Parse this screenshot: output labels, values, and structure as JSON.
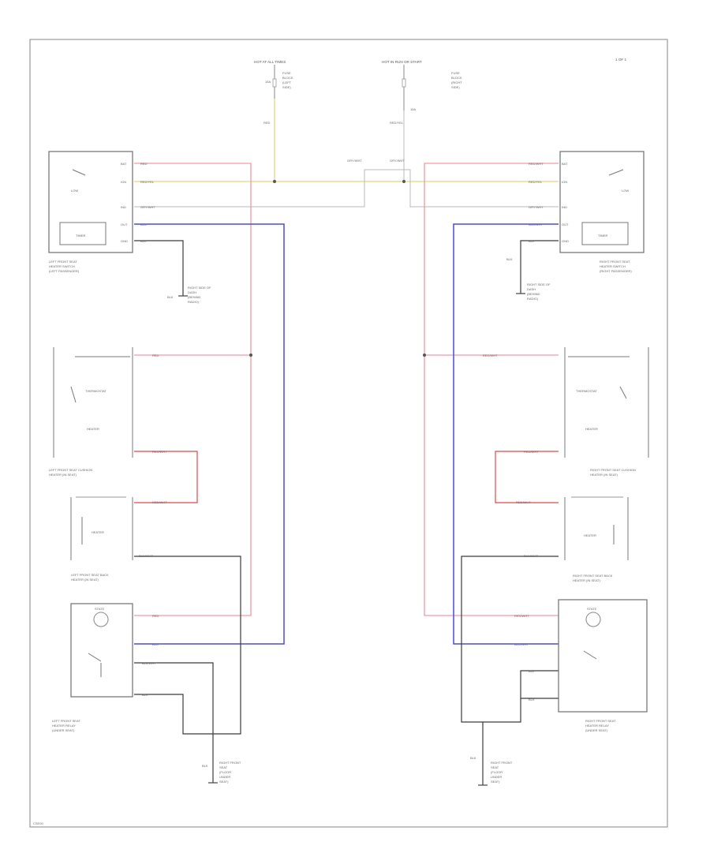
{
  "diagram": {
    "corner_tag": "1 OF 1",
    "footer_code": "CSE00",
    "top_fuses": [
      {
        "title": "HOT AT ALL TIMES",
        "lines": [
          "FUSE",
          "BLOCK",
          "(LEFT",
          "SIDE)"
        ],
        "pin": "15A",
        "wire": "RED"
      },
      {
        "title": "HOT IN RUN OR START",
        "lines": [
          "FUSE",
          "BLOCK",
          "(RIGHT",
          "SIDE)"
        ],
        "pin": "15A",
        "wire": "RED/YEL"
      }
    ],
    "left_switch": {
      "name": "LEFT FRONT SEAT HEATER SWITCH (LEFT PASSENGER)",
      "lines": [
        "LEFT FRONT SEAT",
        "HEATER SWITCH",
        "(LEFT PASSENGER)"
      ],
      "inner_label": "TIMER",
      "pins": [
        "BAT",
        "IGN",
        "IND",
        "OUT",
        "GND"
      ],
      "wires": [
        "RED",
        "RED/YEL",
        "GRY/WHT",
        "BLU",
        "BLK"
      ]
    },
    "right_switch": {
      "name": "RIGHT FRONT SEAT HEATER SWITCH (RIGHT PASSENGER)",
      "lines": [
        "RIGHT FRONT SEAT",
        "HEATER SWITCH",
        "(RIGHT PASSENGER)"
      ],
      "inner_label": "TIMER",
      "pins": [
        "BAT",
        "IGN",
        "IND",
        "OUT",
        "GND"
      ],
      "wires": [
        "RED/WHT",
        "RED/YEL",
        "GRY/WHT",
        "BLU/WHT",
        "BLK"
      ]
    },
    "left_cushion": {
      "lines": [
        "LEFT FRONT SEAT CUSHION",
        "HEATER (IN SEAT)"
      ],
      "inner_labels": [
        "THERMOSTAT",
        "HEATER"
      ],
      "wires": [
        "RED",
        "RED/WHT"
      ]
    },
    "right_cushion": {
      "lines": [
        "RIGHT FRONT SEAT CUSHION",
        "HEATER (IN SEAT)"
      ],
      "inner_labels": [
        "THERMOSTAT",
        "HEATER"
      ],
      "wires": [
        "RED/WHT",
        "RED/WHT"
      ]
    },
    "left_back": {
      "lines": [
        "LEFT FRONT SEAT BACK",
        "HEATER (IN SEAT)"
      ],
      "inner_label": "HEATER",
      "wires": [
        "RED/WHT",
        "BLK/WHT"
      ]
    },
    "right_back": {
      "lines": [
        "RIGHT FRONT SEAT BACK",
        "HEATER (IN SEAT)"
      ],
      "inner_label": "HEATER",
      "wires": [
        "RED/WHT",
        "BLK/WHT"
      ]
    },
    "left_relay": {
      "lines": [
        "LEFT FRONT SEAT",
        "HEATER RELAY",
        "(UNDER SEAT)"
      ],
      "inner_label": "STATE",
      "wires": [
        "RED",
        "BLU",
        "BLK/WHT",
        "BLK"
      ]
    },
    "right_relay": {
      "lines": [
        "RIGHT FRONT SEAT",
        "HEATER RELAY",
        "(UNDER SEAT)"
      ],
      "inner_label": "STATE",
      "wires": [
        "RED/WHT",
        "BLU/WHT",
        "BLK",
        "BLK"
      ]
    },
    "ground_left_switch": {
      "wire": "BLK",
      "lines": [
        "RIGHT SIDE OF",
        "DASH",
        "(BEHIND",
        "RADIO)"
      ]
    },
    "ground_right_switch": {
      "wire": "BLK",
      "lines": [
        "RIGHT SIDE OF",
        "DASH",
        "(BEHIND",
        "RADIO)"
      ]
    },
    "ground_left_bottom": {
      "wire": "BLK",
      "lines": [
        "RIGHT FRONT",
        "SEAT",
        "(FLOOR",
        "UNDER",
        "SEAT)"
      ]
    },
    "ground_right_bottom": {
      "wire": "BLK",
      "lines": [
        "RIGHT FRONT",
        "SEAT",
        "(FLOOR",
        "UNDER",
        "SEAT)"
      ]
    },
    "splice_labels": [
      "GRY/WHT",
      "GRY/WHT"
    ],
    "colors": {
      "red": "#f29aa0",
      "blue": "#4a4ae0",
      "yellow": "#e8d37a",
      "black": "#3a3a3a",
      "gray": "#b8b8b8",
      "red_dark": "#e04848"
    }
  }
}
